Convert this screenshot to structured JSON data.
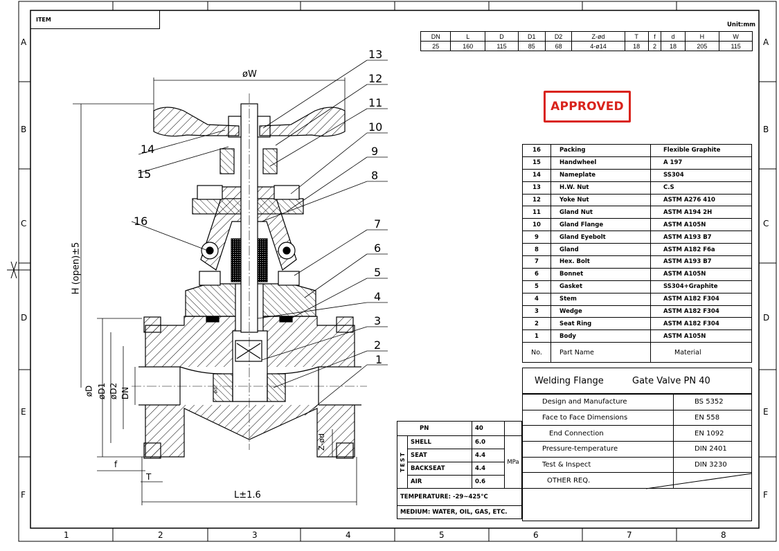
{
  "title_block": {
    "item_label": "ITEM"
  },
  "zones": {
    "rows": [
      "A",
      "B",
      "C",
      "D",
      "E",
      "F"
    ],
    "cols": [
      "1",
      "2",
      "3",
      "4",
      "5",
      "6",
      "7",
      "8"
    ]
  },
  "unit": "Unit:mm",
  "dim_table": {
    "headers": [
      "DN",
      "L",
      "D",
      "D1",
      "D2",
      "Z-ød",
      "T",
      "f",
      "d",
      "H",
      "W"
    ],
    "values": [
      "25",
      "160",
      "115",
      "85",
      "68",
      "4-ø14",
      "18",
      "2",
      "18",
      "205",
      "115"
    ]
  },
  "stamp": "APPROVED",
  "parts": [
    {
      "no": "16",
      "name": "Packing",
      "material": "Flexible Graphite"
    },
    {
      "no": "15",
      "name": "Handwheel",
      "material": "A 197"
    },
    {
      "no": "14",
      "name": "Nameplate",
      "material": "SS304"
    },
    {
      "no": "13",
      "name": "H.W. Nut",
      "material": "C.S"
    },
    {
      "no": "12",
      "name": "Yoke Nut",
      "material": "ASTM A276 410"
    },
    {
      "no": "11",
      "name": "Gland Nut",
      "material": "ASTM A194 2H"
    },
    {
      "no": "10",
      "name": "Gland Flange",
      "material": "ASTM A105N"
    },
    {
      "no": "9",
      "name": "Gland Eyebolt",
      "material": "ASTM A193 B7"
    },
    {
      "no": "8",
      "name": "Gland",
      "material": "ASTM A182 F6a"
    },
    {
      "no": "7",
      "name": "Hex. Bolt",
      "material": "ASTM A193 B7"
    },
    {
      "no": "6",
      "name": "Bonnet",
      "material": "ASTM A105N"
    },
    {
      "no": "5",
      "name": "Gasket",
      "material": "SS304+Graphite"
    },
    {
      "no": "4",
      "name": "Stem",
      "material": "ASTM A182 F304"
    },
    {
      "no": "3",
      "name": "Wedge",
      "material": "ASTM A182 F304"
    },
    {
      "no": "2",
      "name": "Seat Ring",
      "material": "ASTM A182 F304"
    },
    {
      "no": "1",
      "name": "Body",
      "material": "ASTM A105N"
    }
  ],
  "parts_header": {
    "no": "No.",
    "name": "Part Name",
    "material": "Material"
  },
  "product_title": {
    "left": "Welding Flange",
    "right": "Gate Valve PN 40"
  },
  "specs": [
    {
      "key": "Design and Manufacture",
      "value": "BS 5352"
    },
    {
      "key": "Face to Face Dimensions",
      "value": "EN 558"
    },
    {
      "key": "End Connection",
      "value": "EN 1092"
    },
    {
      "key": "Pressure-temperature",
      "value": "DIN 2401"
    },
    {
      "key": "Test & Inspect",
      "value": "DIN 3230"
    },
    {
      "key": "OTHER REQ.",
      "value": ""
    }
  ],
  "test": {
    "pn_label": "PN",
    "pn_value": "40",
    "side_label": "TEST",
    "rows": [
      {
        "label": "SHELL",
        "value": "6.0"
      },
      {
        "label": "SEAT",
        "value": "4.4"
      },
      {
        "label": "BACKSEAT",
        "value": "4.4"
      },
      {
        "label": "AIR",
        "value": "0.6"
      }
    ],
    "unit": "MPa",
    "temperature": "TEMPERATURE: -29~425°C",
    "medium": "MEDIUM: WATER, OIL, GAS, ETC."
  },
  "drawing": {
    "callouts": [
      "13",
      "12",
      "11",
      "10",
      "9",
      "8",
      "7",
      "6",
      "5",
      "4",
      "3",
      "2",
      "1",
      "14",
      "15",
      "16"
    ],
    "dims": {
      "w": "øW",
      "h": "H (open)±5",
      "d": "øD",
      "d1": "øD1",
      "d2": "øD2",
      "dn": "DN",
      "zd": "Z-ød",
      "f": "f",
      "t": "T",
      "l": "L±1.6",
      "small_d": "ød"
    }
  }
}
